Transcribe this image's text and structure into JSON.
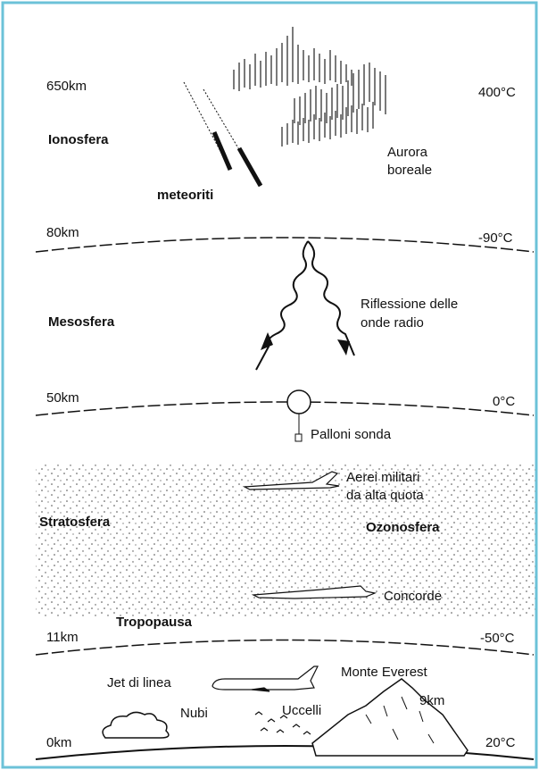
{
  "altitudes": {
    "top": "650km",
    "mesopause": "80km",
    "stratopause": "50km",
    "tropopause": "11km",
    "ground": "0km",
    "everest": "9km"
  },
  "temperatures": {
    "top": "400°C",
    "mesopause": "-90°C",
    "stratopause": "0°C",
    "tropopause": "-50°C",
    "ground": "20°C"
  },
  "layers": {
    "ionosfera": "Ionosfera",
    "mesosfera": "Mesosfera",
    "stratosfera": "Stratosfera",
    "ozonosfera": "Ozonosfera",
    "tropopausa": "Tropopausa"
  },
  "features": {
    "aurora_line1": "Aurora",
    "aurora_line2": "boreale",
    "meteoriti": "meteoriti",
    "riflessione_line1": "Riflessione delle",
    "riflessione_line2": "onde radio",
    "palloni": "Palloni sonda",
    "aerei_line1": "Aerei militari",
    "aerei_line2": "da alta quota",
    "concorde": "Concorde",
    "jet": "Jet di linea",
    "monte": "Monte Everest",
    "nubi": "Nubi",
    "uccelli": "Uccelli"
  },
  "colors": {
    "frame": "#6cc2d8",
    "ink": "#111111"
  }
}
